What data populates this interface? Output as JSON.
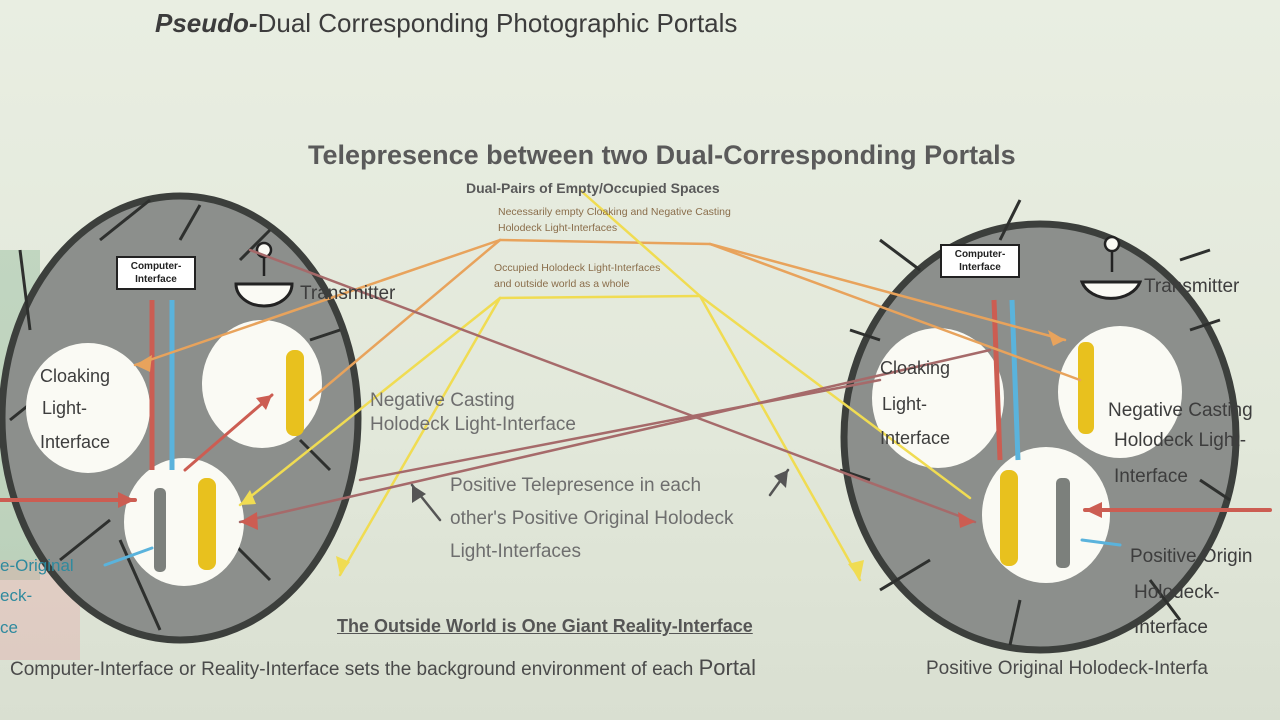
{
  "page_title_italic": "Pseudo-",
  "page_title_rest": "Dual Corresponding Photographic  Portals",
  "diagram_title": "Telepresence between two Dual-Corresponding Portals",
  "dual_pairs": "Dual-Pairs of Empty/Occupied Spaces",
  "empty_line1": "Necessarily empty Cloaking and Negative Casting",
  "empty_line2": "Holodeck Light-Interfaces",
  "occupied_line1": "Occupied Holodeck Light-Interfaces",
  "occupied_line2": "and outside world as a whole",
  "left_portal": {
    "computer_interface_1": "Computer-",
    "computer_interface_2": "Interface",
    "transmitter": "Transmitter",
    "cloaking_1": "Cloaking",
    "cloaking_2": "Light-",
    "cloaking_3": "Interface",
    "negative_1": "Negative Casting",
    "negative_2": "Holodeck Light-Interface",
    "positive_1": "e-Original",
    "positive_2": "eck-",
    "positive_3": "ce"
  },
  "right_portal": {
    "computer_interface_1": "Computer-",
    "computer_interface_2": "Interface",
    "transmitter": "Transmitter",
    "cloaking_1": "Cloaking",
    "cloaking_2": "Light-",
    "cloaking_3": "Interface",
    "negative_1": "Negative Casting",
    "negative_2": "Holodeck Light-",
    "negative_3": "Interface",
    "positive_1": "Positive Origin",
    "positive_2": "Holodeck-",
    "positive_3": "Interface"
  },
  "telepresence_1": "Positive Telepresence in each",
  "telepresence_2": "other's Positive Original Holodeck",
  "telepresence_3": "Light-Interfaces",
  "outside_world": "The Outside World is One Giant Reality-Interface",
  "footer_left": "Computer-Interface or Reality-Interface sets the background environment of each",
  "footer_left_portal": "Portal",
  "footer_right": "Positive Original Holodeck-Interfa",
  "colors": {
    "portal_gray": "#8c8f8c",
    "ring_dark": "#3c3f3c",
    "arrow_orange": "#e8a35c",
    "arrow_yellow": "#f0dc52",
    "arrow_red": "#cc5d52",
    "line_blue": "#5ab3dc",
    "figure_yellow": "#e8c11e"
  }
}
